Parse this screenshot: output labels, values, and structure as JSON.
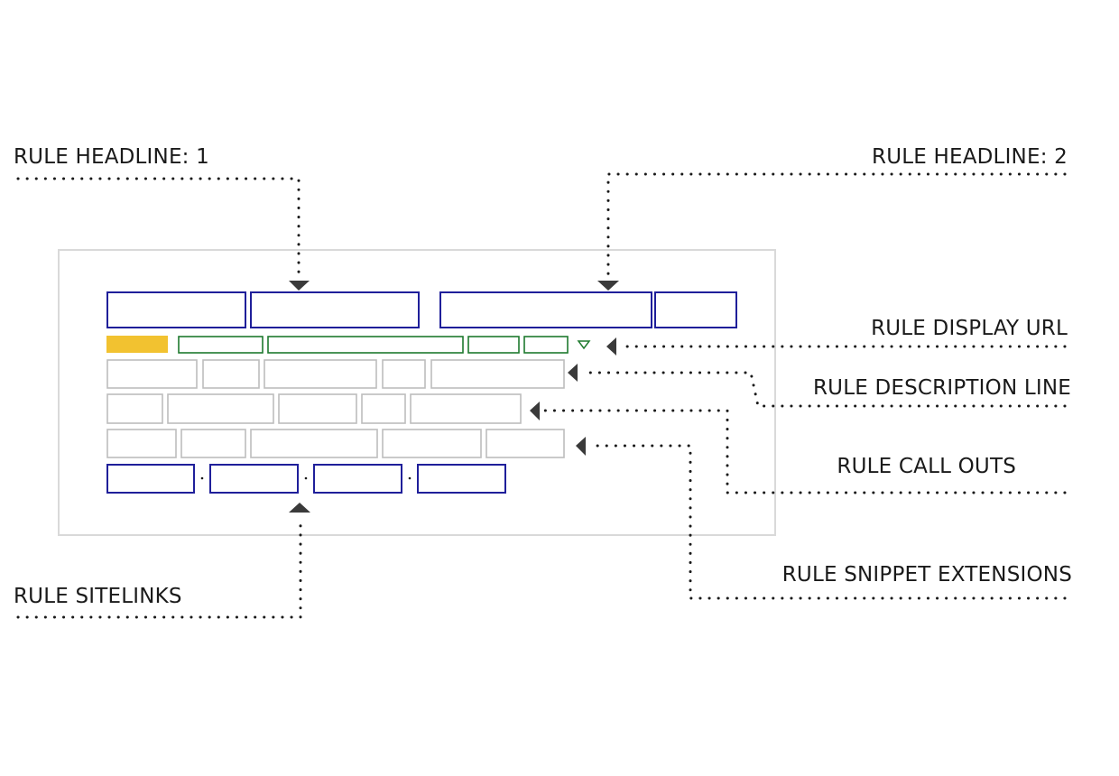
{
  "labels": {
    "headline1": "RULE HEADLINE: 1",
    "headline2": "RULE HEADLINE: 2",
    "display_url": "RULE DISPLAY URL",
    "description_line": "RULE DESCRIPTION LINE",
    "call_outs": "RULE CALL OUTS",
    "sitelinks": "RULE SITELINKS",
    "snippet_extensions": "RULE SNIPPET EXTENSIONS"
  },
  "colors": {
    "headline": "#1f1f9a",
    "sitelink": "#1f1f9a",
    "display_url": "#1e7a2e",
    "ad_badge": "#f2c230",
    "text_line": "#bdbdbd",
    "frame": "#d9d9d9",
    "leader": "#1a1a1a",
    "arrow": "#3a3a3a"
  }
}
